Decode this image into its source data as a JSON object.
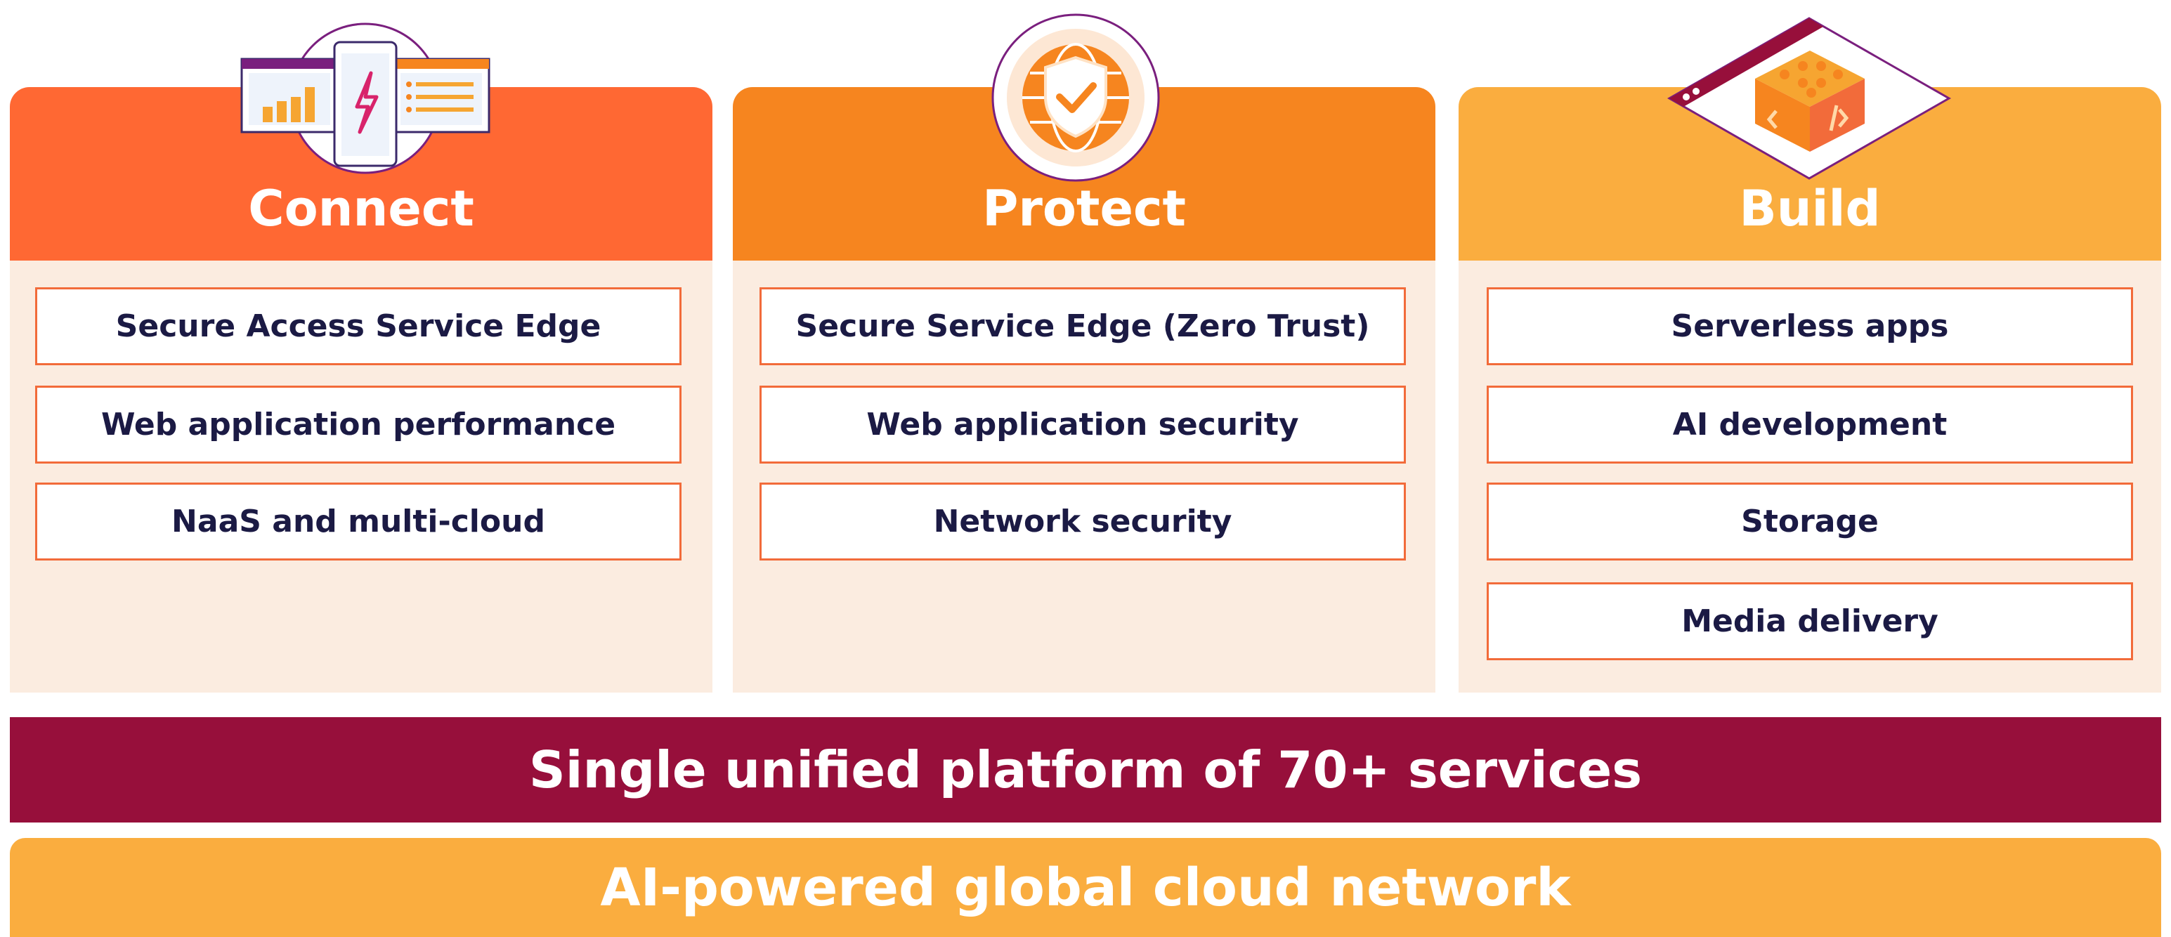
{
  "columns": [
    {
      "title": "Connect",
      "icon": "devices-icon",
      "color": "#ff6833",
      "items": [
        "Secure Access Service Edge",
        "Web application performance",
        "NaaS and multi-cloud"
      ]
    },
    {
      "title": "Protect",
      "icon": "shield-globe-icon",
      "color": "#f6851f",
      "items": [
        "Secure Service Edge (Zero Trust)",
        "Web application security",
        "Network security"
      ]
    },
    {
      "title": "Build",
      "icon": "code-block-icon",
      "color": "#faad3f",
      "items": [
        "Serverless apps",
        "AI development",
        "Storage",
        "Media delivery"
      ]
    }
  ],
  "platform": {
    "text": "Single unified platform of 70+ services",
    "color": "#970f3b"
  },
  "network": {
    "text": "AI-powered global cloud network",
    "color": "#faad3f"
  },
  "colors": {
    "item_border": "#f26b3a",
    "item_text": "#1b1a44",
    "body_bg": "#fbece0",
    "icon_outline": "#7a1f7e"
  }
}
